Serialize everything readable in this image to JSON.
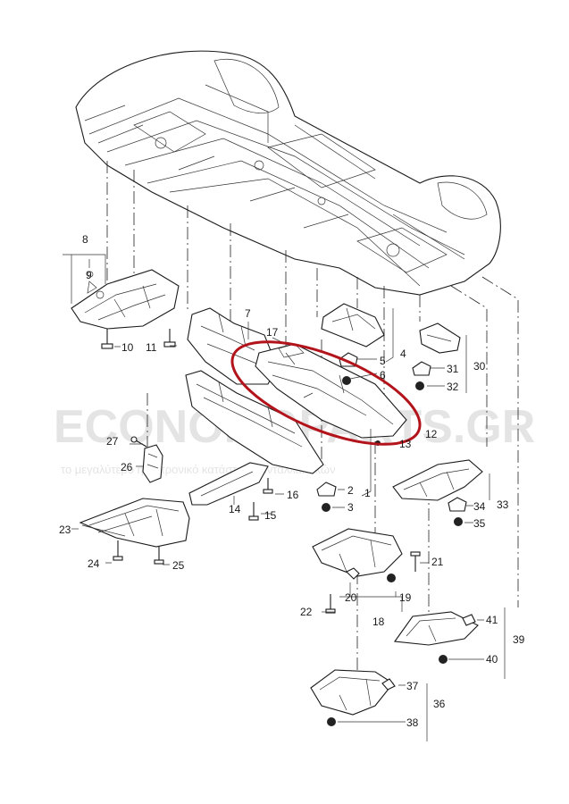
{
  "watermark": {
    "brand": "ECONOMOPARTS.GR",
    "slogan": "το μεγαλύτερο ηλεκτρονικό κατάστημα ανταλλακτικών"
  },
  "colors": {
    "highlight": "#b3141b",
    "line": "#1a1a1a",
    "watermark": "#cfcfcf"
  },
  "callouts": {
    "c1": "1",
    "c2": "2",
    "c3": "3",
    "c4": "4",
    "c5": "5",
    "c6": "6",
    "c7": "7",
    "c8": "8",
    "c9": "9",
    "c10": "10",
    "c11": "11",
    "c12": "12",
    "c13": "13",
    "c14": "14",
    "c15": "15",
    "c16": "16",
    "c17": "17",
    "c18": "18",
    "c19": "19",
    "c20": "20",
    "c21": "21",
    "c22": "22",
    "c23": "23",
    "c24": "24",
    "c25": "25",
    "c26": "26",
    "c27": "27",
    "c30": "30",
    "c31": "31",
    "c32": "32",
    "c33": "33",
    "c34": "34",
    "c35": "35",
    "c36": "36",
    "c37": "37",
    "c38": "38",
    "c39": "39",
    "c40": "40",
    "c41": "41"
  }
}
